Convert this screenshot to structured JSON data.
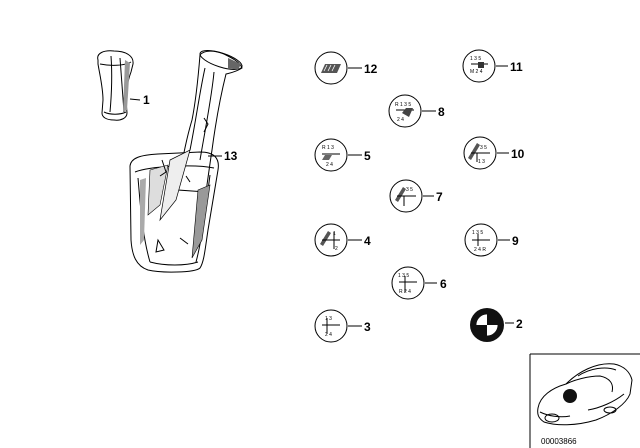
{
  "parts": [
    {
      "id": "p1",
      "label": "1",
      "icon": "gear-knob-icon"
    },
    {
      "id": "p13",
      "label": "13",
      "icon": "shift-boot-icon"
    },
    {
      "id": "p12",
      "label": "12",
      "icon": "m-stripes-emblem-icon"
    },
    {
      "id": "p11",
      "label": "11",
      "icon": "shift-pattern-emblem-icon"
    },
    {
      "id": "p8",
      "label": "8",
      "icon": "shift-pattern-emblem-icon"
    },
    {
      "id": "p5",
      "label": "5",
      "icon": "shift-pattern-emblem-icon"
    },
    {
      "id": "p10",
      "label": "10",
      "icon": "shift-pattern-emblem-icon"
    },
    {
      "id": "p7",
      "label": "7",
      "icon": "shift-pattern-emblem-icon"
    },
    {
      "id": "p4",
      "label": "4",
      "icon": "shift-pattern-emblem-icon"
    },
    {
      "id": "p9",
      "label": "9",
      "icon": "shift-pattern-emblem-icon"
    },
    {
      "id": "p6",
      "label": "6",
      "icon": "shift-pattern-emblem-icon"
    },
    {
      "id": "p3",
      "label": "3",
      "icon": "shift-pattern-emblem-icon"
    },
    {
      "id": "p2",
      "label": "2",
      "icon": "bmw-roundel-emblem-icon"
    }
  ],
  "diagram_id": "00003866",
  "car_locator_icon": "car-location-thumbnail-icon"
}
